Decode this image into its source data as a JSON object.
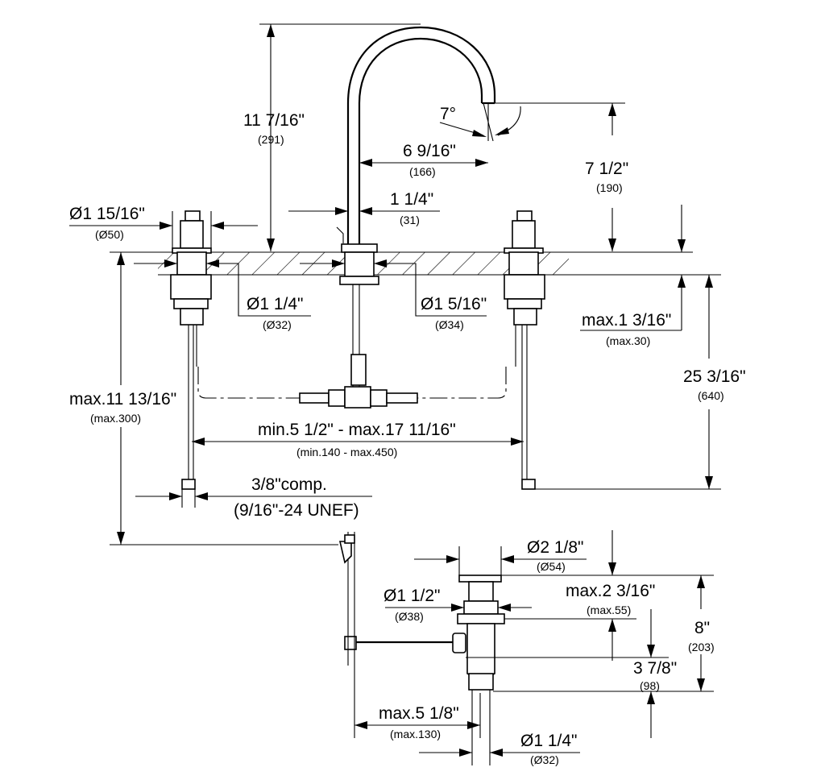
{
  "dimensions": [
    {
      "id": "spout-height-total",
      "label": "11 7/16\"",
      "metric": "(291)"
    },
    {
      "id": "spout-angle",
      "label": "7°"
    },
    {
      "id": "spout-reach",
      "label": "6 9/16\"",
      "metric": "(166)"
    },
    {
      "id": "spout-outlet-height",
      "label": "7 1/2\"",
      "metric": "(190)"
    },
    {
      "id": "spout-base-dia",
      "label": "1 1/4\"",
      "metric": "(31)"
    },
    {
      "id": "handle-dia",
      "label": "Ø1 15/16\"",
      "metric": "(Ø50)"
    },
    {
      "id": "valve-hole-dia",
      "label": "Ø1 1/4\"",
      "metric": "(Ø32)"
    },
    {
      "id": "spout-hole-dia",
      "label": "Ø1 5/16\"",
      "metric": "(Ø34)"
    },
    {
      "id": "max-deck-thickness",
      "label": "max.1 3/16\"",
      "metric": "(max.30)"
    },
    {
      "id": "supply-length",
      "label": "25 3/16\"",
      "metric": "(640)"
    },
    {
      "id": "max-below-deck",
      "label": "max.11 13/16\"",
      "metric": "(max.300)"
    },
    {
      "id": "handle-spread",
      "label": "min.5 1/2\" - max.17 11/16\"",
      "metric": "(min.140 - max.450)"
    },
    {
      "id": "connection",
      "label": "3/8\"comp.",
      "metric": "(9/16\"-24 UNEF)"
    },
    {
      "id": "drain-flange-dia",
      "label": "Ø2 1/8\"",
      "metric": "(Ø54)"
    },
    {
      "id": "drain-body-dia",
      "label": "Ø1 1/2\"",
      "metric": "(Ø38)"
    },
    {
      "id": "max-flange-depth",
      "label": "max.2 3/16\"",
      "metric": "(max.55)"
    },
    {
      "id": "drain-length",
      "label": "8\"",
      "metric": "(203)"
    },
    {
      "id": "pivot-height",
      "label": "3 7/8\"",
      "metric": "(98)"
    },
    {
      "id": "max-rod-reach",
      "label": "max.5 1/8\"",
      "metric": "(max.130)"
    },
    {
      "id": "tailpiece-dia",
      "label": "Ø1 1/4\"",
      "metric": "(Ø32)"
    }
  ]
}
